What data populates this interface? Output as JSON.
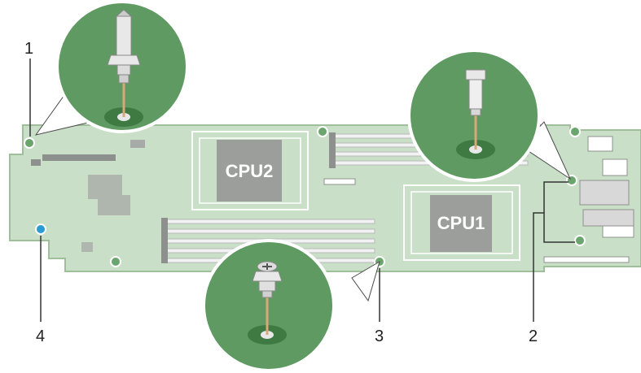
{
  "board": {
    "cpu_labels": [
      "CPU2",
      "CPU1"
    ]
  },
  "callouts": [
    "1",
    "2",
    "3",
    "4"
  ],
  "colors": {
    "board": "#c9dfc7",
    "board_edge": "#9fbf9b",
    "zoom_circle": "#5f9a62",
    "zoom_ring": "#ffffff",
    "standoff": "#6aa56d",
    "component": "#a8aaa8",
    "cpu": "#9c9e9c",
    "blue_marker": "#2a9bd4",
    "line": "#333333"
  },
  "icons": [
    "standoff-pin-hex",
    "standoff-pin-tall",
    "standoff-screw"
  ]
}
